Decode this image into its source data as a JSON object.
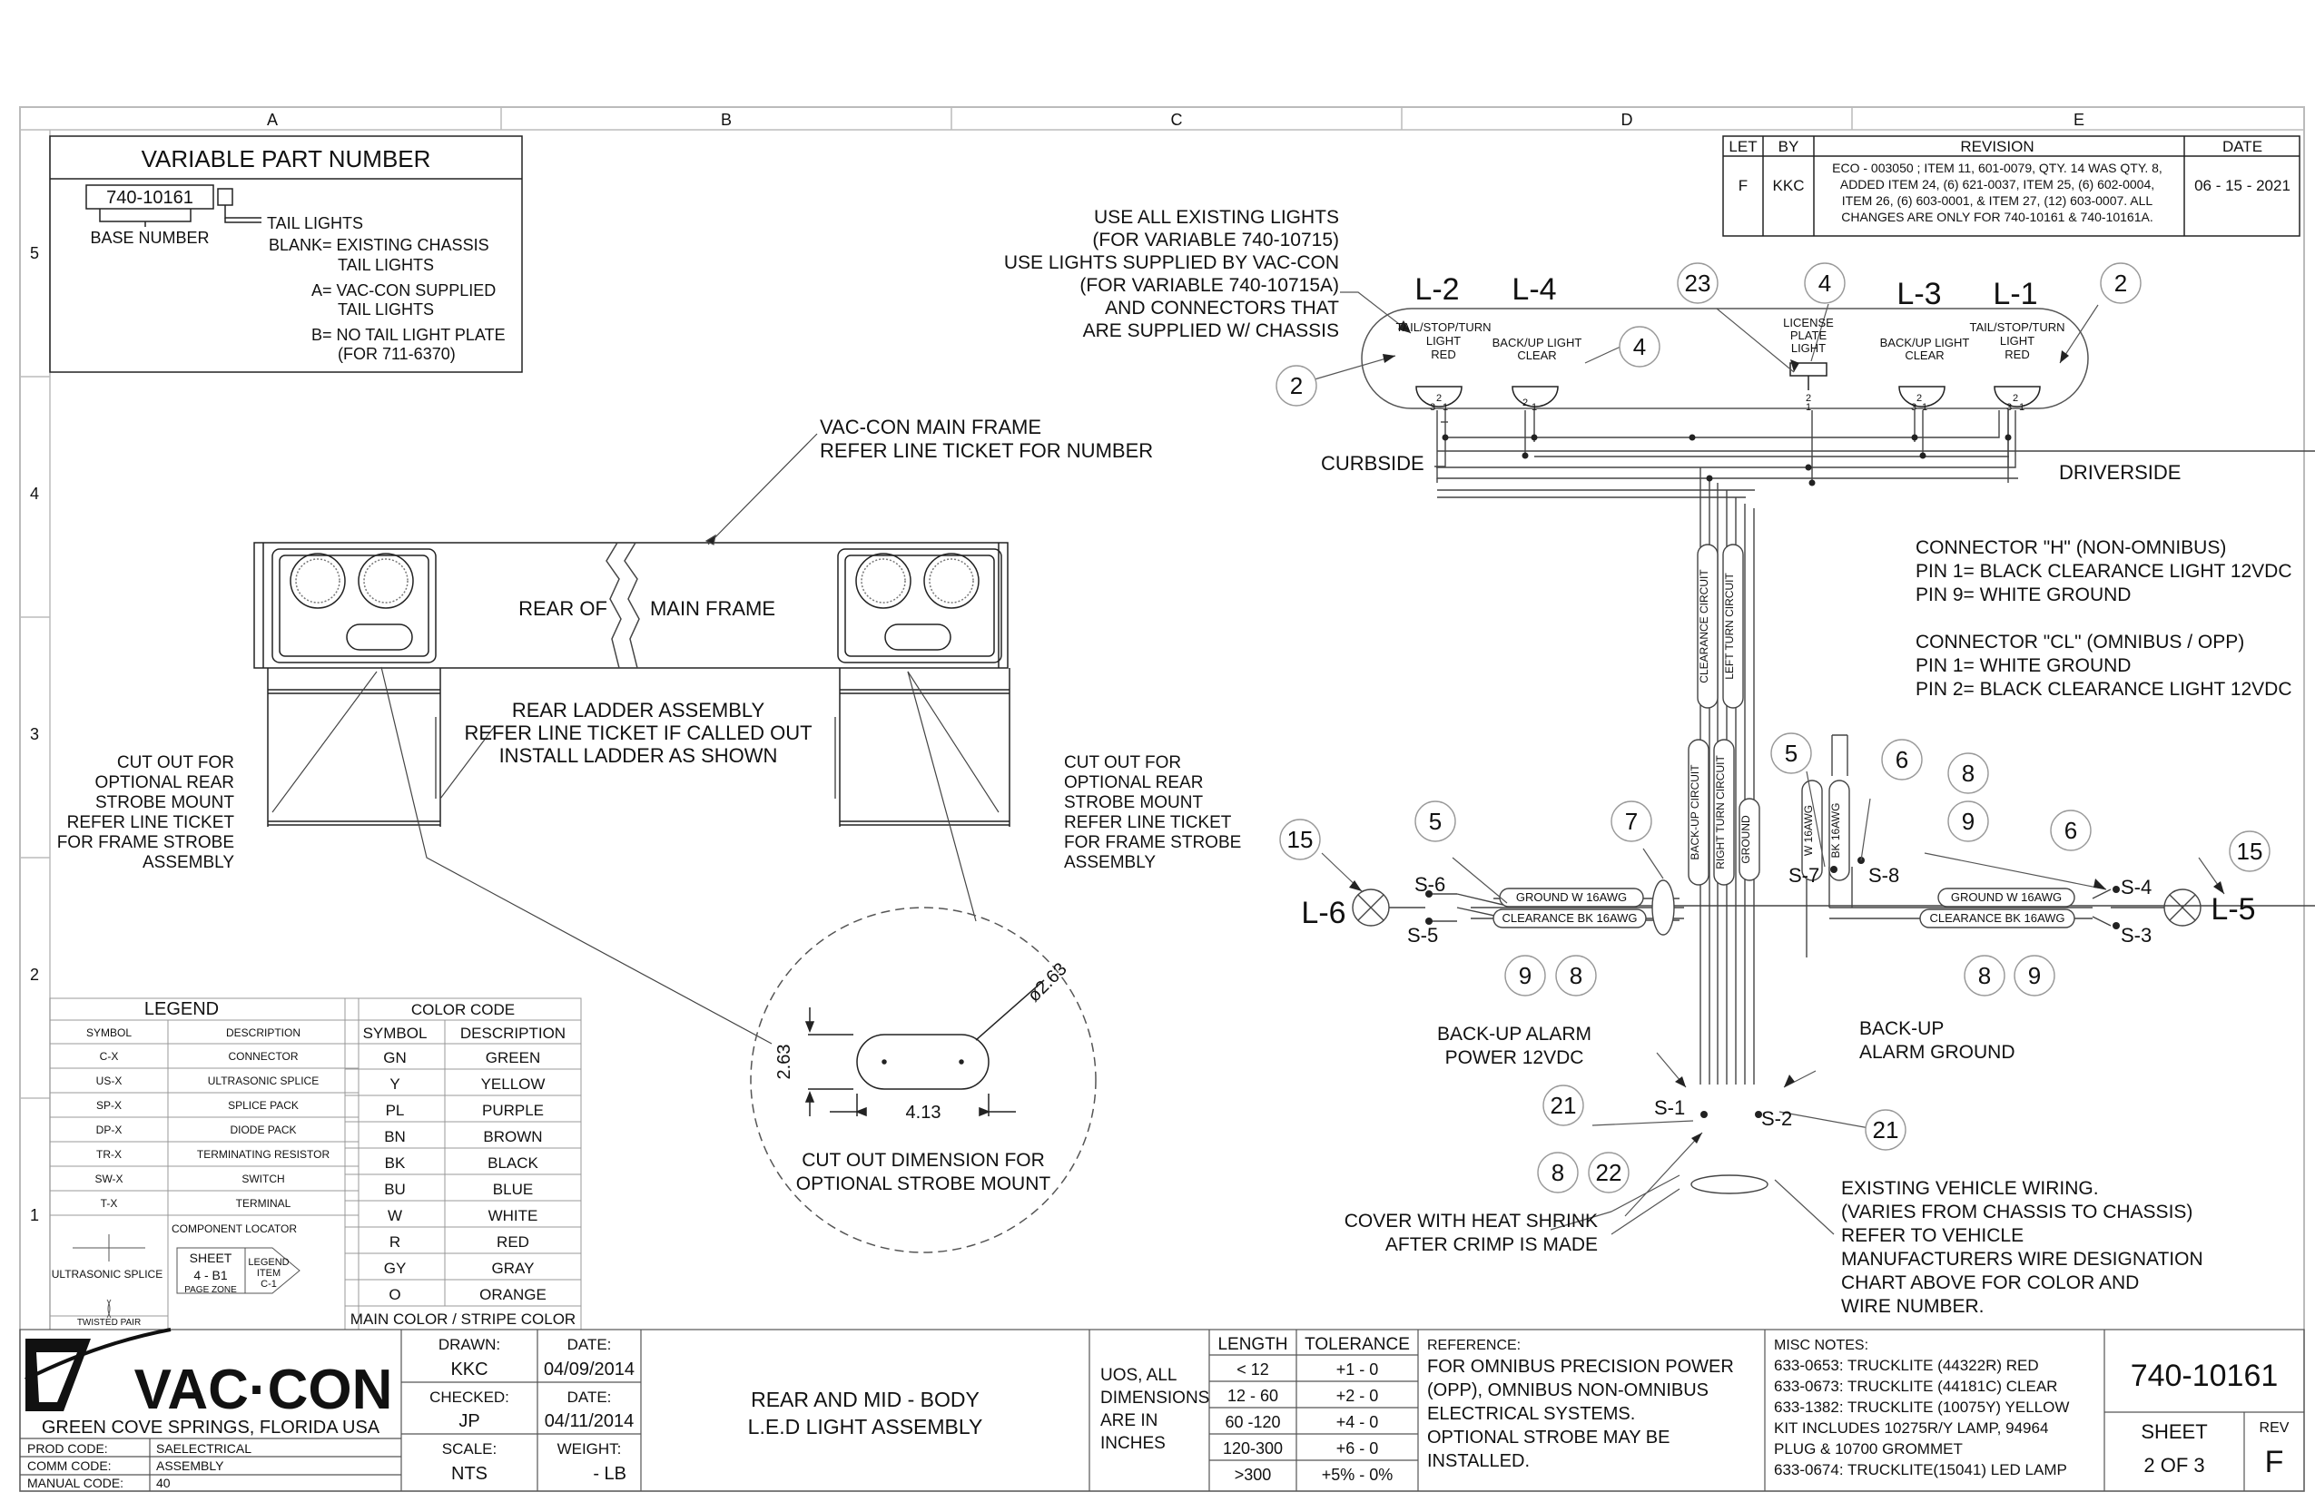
{
  "zones": {
    "cols": [
      "A",
      "B",
      "C",
      "D",
      "E"
    ],
    "rows": [
      "5",
      "4",
      "3",
      "2",
      "1"
    ]
  },
  "variable_part": {
    "title": "VARIABLE PART NUMBER",
    "number": "740-10161",
    "base_label": "BASE NUMBER",
    "lines": [
      "TAIL LIGHTS",
      "BLANK= EXISTING CHASSIS",
      "TAIL LIGHTS",
      "A= VAC-CON SUPPLIED",
      "TAIL LIGHTS",
      "B= NO TAIL LIGHT PLATE",
      "(FOR 711-6370)"
    ]
  },
  "revision": {
    "headers": [
      "LET",
      "BY",
      "REVISION",
      "DATE"
    ],
    "let": "F",
    "by": "KKC",
    "text": [
      "ECO - 003050 ; ITEM 11, 601-0079, QTY. 14 WAS QTY. 8,",
      "ADDED ITEM 24, (6) 621-0037, ITEM 25, (6) 602-0004,",
      "ITEM 26, (6) 603-0001, & ITEM 27, (12) 603-0007. ALL",
      "CHANGES ARE ONLY FOR 740-10161 & 740-10161A."
    ],
    "date": "06 - 15 - 2021"
  },
  "notes": {
    "existing_lights": [
      "USE ALL EXISTING LIGHTS",
      "(FOR VARIABLE 740-10715)",
      "USE LIGHTS SUPPLIED BY VAC-CON",
      "(FOR VARIABLE 740-10715A)",
      "AND CONNECTORS THAT",
      "ARE SUPPLIED W/ CHASSIS"
    ],
    "main_frame": [
      "VAC-CON MAIN FRAME",
      "REFER LINE TICKET FOR NUMBER"
    ],
    "rear_of": "REAR OF",
    "main_frame_label": "MAIN FRAME",
    "ladder": [
      "REAR LADDER ASSEMBLY",
      "REFER LINE TICKET IF CALLED OUT",
      "INSTALL LADDER AS SHOWN"
    ],
    "cutout_left": [
      "CUT OUT FOR",
      "OPTIONAL REAR",
      "STROBE MOUNT",
      "REFER LINE TICKET",
      "FOR FRAME STROBE",
      "ASSEMBLY"
    ],
    "cutout_right": [
      "CUT OUT FOR",
      "OPTIONAL REAR",
      "STROBE MOUNT",
      "REFER LINE TICKET",
      "FOR FRAME STROBE",
      "ASSEMBLY"
    ],
    "cutout_dim": [
      "CUT OUT DIMENSION FOR",
      "OPTIONAL STROBE MOUNT"
    ],
    "dim_263": "2.63",
    "dim_413": "4.13",
    "dim_dia": "ø2.63",
    "connector_h": [
      "CONNECTOR \"H\" (NON-OMNIBUS)",
      "PIN 1= BLACK CLEARANCE LIGHT 12VDC",
      "PIN 9= WHITE GROUND"
    ],
    "connector_cl": [
      "CONNECTOR \"CL\" (OMNIBUS / OPP)",
      "PIN 1= WHITE GROUND",
      "PIN 2= BLACK CLEARANCE LIGHT 12VDC"
    ],
    "backup_power": [
      "BACK-UP ALARM",
      "POWER 12VDC"
    ],
    "backup_ground": [
      "BACK-UP",
      "ALARM GROUND"
    ],
    "heat_shrink": [
      "COVER WITH HEAT SHRINK",
      "AFTER CRIMP IS MADE"
    ],
    "existing_wiring": [
      "EXISTING VEHICLE WIRING.",
      "(VARIES FROM CHASSIS TO CHASSIS)",
      "REFER TO VEHICLE",
      "MANUFACTURERS WIRE DESIGNATION",
      "CHART ABOVE FOR COLOR AND",
      "WIRE NUMBER."
    ]
  },
  "wiring": {
    "curbside": "CURBSIDE",
    "driverside": "DRIVERSIDE",
    "lights": {
      "l2": "L-2",
      "l4": "L-4",
      "l3": "L-3",
      "l1": "L-1",
      "l6": "L-6",
      "l5": "L-5",
      "tail_left": [
        "TAIL/STOP/TURN",
        "LIGHT",
        "RED"
      ],
      "backup_left": [
        "BACK/UP LIGHT",
        "CLEAR"
      ],
      "license": [
        "LICENSE",
        "PLATE",
        "LIGHT"
      ],
      "backup_right": [
        "BACK/UP LIGHT",
        "CLEAR"
      ],
      "tail_right": [
        "TAIL/STOP/TURN",
        "LIGHT",
        "RED"
      ]
    },
    "pins": {
      "p2": "2",
      "p1": "1",
      "p3": "3"
    },
    "circuits": {
      "clearance": "CLEARANCE CIRCUIT",
      "left_turn": "LEFT TURN CIRCUIT",
      "backup": "BACK-UP CIRCUIT",
      "right_turn": "RIGHT TURN CIRCUIT",
      "ground": "GROUND",
      "w16": "W 16AWG",
      "bk16": "BK 16AWG",
      "ground_w": "GROUND W 16AWG",
      "clearance_bk": "CLEARANCE BK 16AWG"
    },
    "splices": {
      "s1": "S-1",
      "s2": "S-2",
      "s3": "S-3",
      "s4": "S-4",
      "s5": "S-5",
      "s6": "S-6",
      "s7": "S-7",
      "s8": "S-8"
    },
    "balloons": {
      "b2": "2",
      "b4": "4",
      "b5": "5",
      "b6": "6",
      "b7": "7",
      "b8": "8",
      "b9": "9",
      "b15": "15",
      "b21": "21",
      "b22": "22",
      "b23": "23"
    }
  },
  "legend": {
    "title": "LEGEND",
    "headers": [
      "SYMBOL",
      "DESCRIPTION"
    ],
    "rows": [
      [
        "C-X",
        "CONNECTOR"
      ],
      [
        "US-X",
        "ULTRASONIC SPLICE"
      ],
      [
        "SP-X",
        "SPLICE PACK"
      ],
      [
        "DP-X",
        "DIODE PACK"
      ],
      [
        "TR-X",
        "TERMINATING RESISTOR"
      ],
      [
        "SW-X",
        "SWITCH"
      ],
      [
        "T-X",
        "TERMINAL"
      ]
    ],
    "component_locator": "COMPONENT LOCATOR",
    "ultrasonic_splice": "ULTRASONIC SPLICE",
    "twisted_pair": "TWISTED PAIR",
    "sheet": "SHEET",
    "sheet_val": "4 - B1",
    "page_zone": "PAGE ZONE",
    "legend_item": [
      "LEGEND",
      "ITEM",
      "C-1"
    ]
  },
  "color_code": {
    "title": "COLOR CODE",
    "headers": [
      "SYMBOL",
      "DESCRIPTION"
    ],
    "rows": [
      [
        "GN",
        "GREEN"
      ],
      [
        "Y",
        "YELLOW"
      ],
      [
        "PL",
        "PURPLE"
      ],
      [
        "BN",
        "BROWN"
      ],
      [
        "BK",
        "BLACK"
      ],
      [
        "BU",
        "BLUE"
      ],
      [
        "W",
        "WHITE"
      ],
      [
        "R",
        "RED"
      ],
      [
        "GY",
        "GRAY"
      ],
      [
        "O",
        "ORANGE"
      ]
    ],
    "footer": "MAIN COLOR / STRIPE COLOR"
  },
  "title_block": {
    "company": "VAC·CON",
    "location": "GREEN COVE SPRINGS, FLORIDA USA",
    "prod_code_label": "PROD CODE:",
    "prod_code": "SAELECTRICAL",
    "comm_code_label": "COMM CODE:",
    "comm_code": "ASSEMBLY",
    "manual_code_label": "MANUAL CODE:",
    "manual_code": "40",
    "drawn_label": "DRAWN:",
    "drawn": "KKC",
    "date_label": "DATE:",
    "drawn_date": "04/09/2014",
    "checked_label": "CHECKED:",
    "checked": "JP",
    "checked_date": "04/11/2014",
    "scale_label": "SCALE:",
    "scale": "NTS",
    "weight_label": "WEIGHT:",
    "weight": "- LB",
    "title": [
      "REAR AND MID - BODY",
      "L.E.D LIGHT ASSEMBLY"
    ],
    "uos": [
      "UOS, ALL",
      "DIMENSIONS",
      "ARE IN",
      "INCHES"
    ],
    "tol_headers": [
      "LENGTH",
      "TOLERANCE"
    ],
    "tol_rows": [
      [
        "< 12",
        "+1 - 0"
      ],
      [
        "12 - 60",
        "+2 - 0"
      ],
      [
        "60 -120",
        "+4 - 0"
      ],
      [
        "120-300",
        "+6 - 0"
      ],
      [
        ">300",
        "+5% - 0%"
      ]
    ],
    "reference_label": "REFERENCE:",
    "reference": [
      "FOR OMNIBUS PRECISION POWER",
      "(OPP), OMNIBUS  NON-OMNIBUS",
      "ELECTRICAL SYSTEMS.",
      "OPTIONAL STROBE MAY BE",
      "INSTALLED."
    ],
    "misc_label": "MISC NOTES:",
    "misc": [
      "633-0653: TRUCKLITE (44322R) RED",
      "633-0673: TRUCKLITE (44181C) CLEAR",
      "633-1382: TRUCKLITE (10075Y) YELLOW",
      "KIT INCLUDES 10275R/Y LAMP, 94964",
      "PLUG & 10700 GROMMET",
      "633-0674: TRUCKLITE(15041) LED LAMP"
    ],
    "part_number": "740-10161",
    "sheet_label": "SHEET",
    "sheet_value": "2 OF 3",
    "rev_label": "REV",
    "rev_value": "F"
  }
}
